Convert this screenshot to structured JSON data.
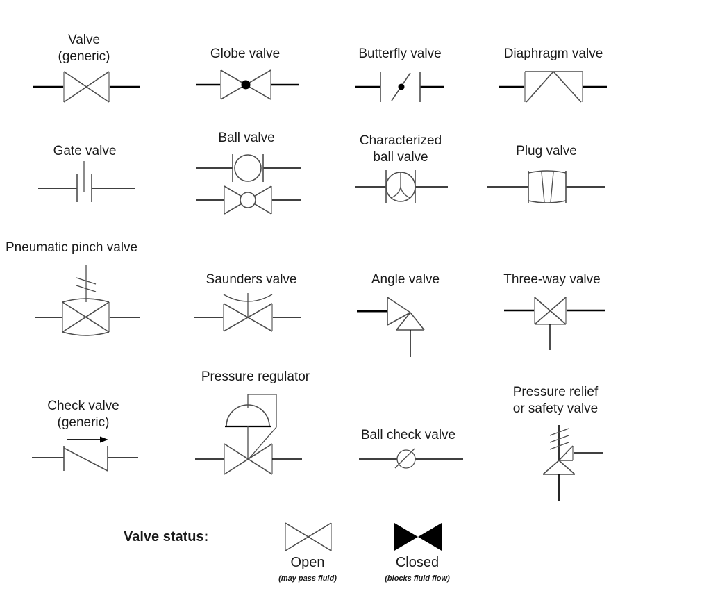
{
  "colors": {
    "bg": "#ffffff",
    "text": "#1a1a1a",
    "pipe": "#000000",
    "symbol": "#4d4d4d",
    "light": "#9a9a9a"
  },
  "valves": {
    "generic": {
      "line1": "Valve",
      "line2": "(generic)",
      "icon": "bowtie-valve-icon"
    },
    "globe": {
      "label": "Globe valve",
      "icon": "bowtie-dot-valve-icon"
    },
    "butterfly": {
      "label": "Butterfly valve",
      "icon": "disc-on-stem-valve-icon"
    },
    "diaphragm": {
      "label": "Diaphragm valve",
      "icon": "box-inverted-v-valve-icon"
    },
    "gate": {
      "label": "Gate valve",
      "icon": "double-bar-valve-icon"
    },
    "ball": {
      "label": "Ball valve",
      "icon": "circle-and-bowtie-circle-valve-icon"
    },
    "characterized": {
      "line1": "Characterized",
      "line2": "ball valve",
      "icon": "circle-y-port-valve-icon"
    },
    "plug": {
      "label": "Plug valve",
      "icon": "barrel-plug-valve-icon"
    },
    "pinch": {
      "label": "Pneumatic pinch valve",
      "icon": "crossed-box-pneumatic-valve-icon"
    },
    "saunders": {
      "label": "Saunders valve",
      "icon": "bowtie-weir-valve-icon"
    },
    "angle": {
      "label": "Angle valve",
      "icon": "right-angle-valve-icon"
    },
    "threeway": {
      "label": "Three-way valve",
      "icon": "bowtie-three-port-valve-icon"
    },
    "check": {
      "line1": "Check valve",
      "line2": "(generic)",
      "icon": "swing-check-arrow-valve-icon"
    },
    "regulator": {
      "label": "Pressure regulator",
      "icon": "diaphragm-actuator-valve-icon"
    },
    "ballcheck": {
      "label": "Ball check valve",
      "icon": "ball-seat-check-valve-icon"
    },
    "relief": {
      "line1": "Pressure relief",
      "line2": "or safety valve",
      "icon": "spring-angle-relief-valve-icon"
    }
  },
  "legend": {
    "title": "Valve status:",
    "open_label": "Open",
    "open_note": "(may pass fluid)",
    "closed_label": "Closed",
    "closed_note": "(blocks fluid flow)"
  }
}
